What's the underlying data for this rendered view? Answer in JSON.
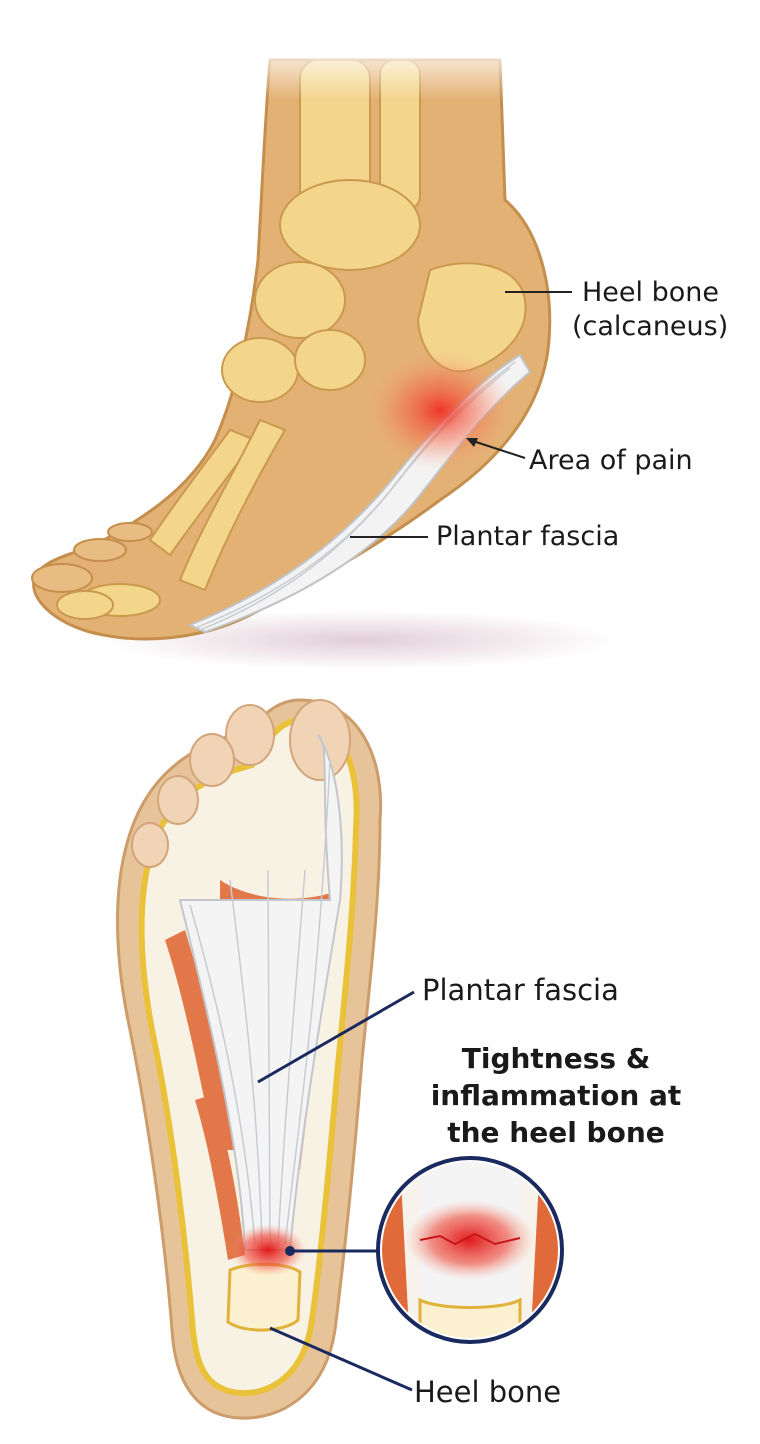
{
  "top_figure": {
    "labels": {
      "heel_bone_line1": "Heel bone",
      "heel_bone_line2": "(calcaneus)",
      "area_of_pain": "Area of pain",
      "plantar_fascia": "Plantar fascia"
    }
  },
  "bottom_figure": {
    "labels": {
      "plantar_fascia": "Plantar fascia",
      "callout_lines": [
        "Tightness &",
        "inflammation at",
        "the heel bone"
      ],
      "heel_bone": "Heel bone"
    }
  },
  "colors": {
    "skin": "#e3b173",
    "bone": "#f3d58c",
    "fascia": "#f3f3f3",
    "muscle": "#e06a3a",
    "pain_red": "#e0191b",
    "leader_line_bottom": "#1b2a5e",
    "leader_line_top": "#222222"
  }
}
